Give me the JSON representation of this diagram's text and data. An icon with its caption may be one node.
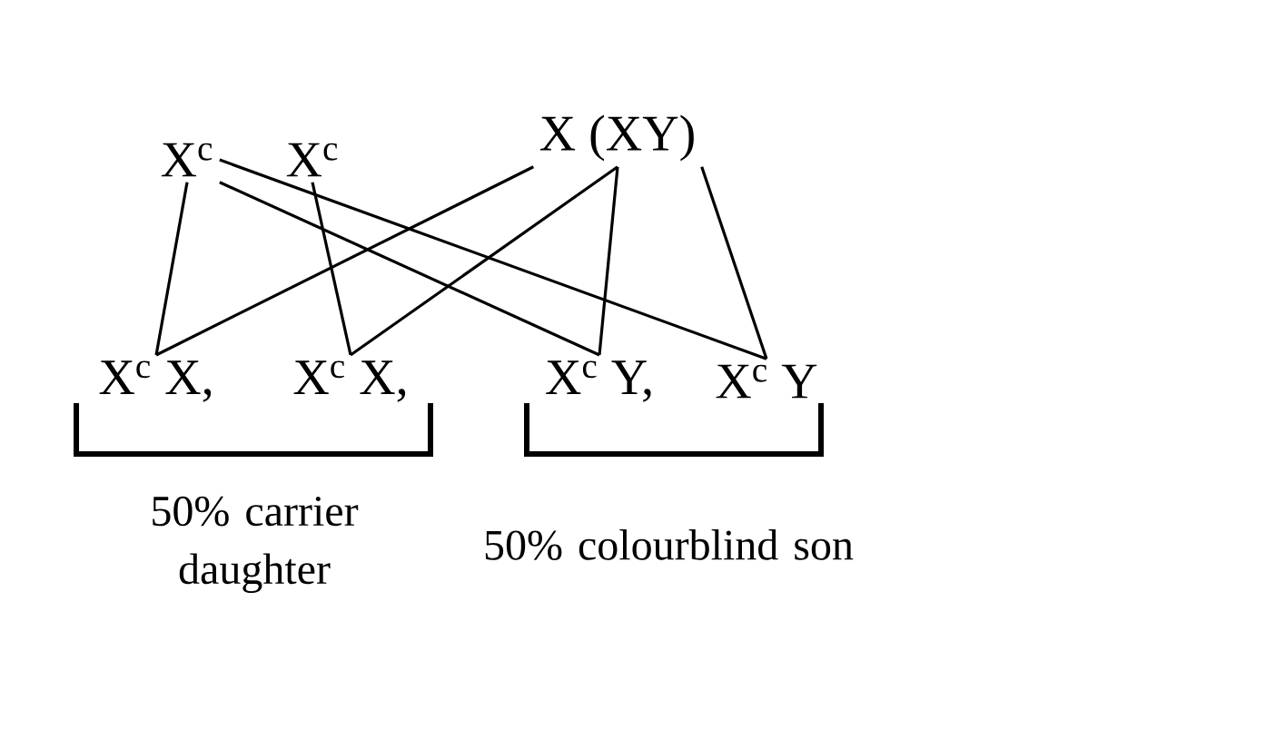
{
  "diagram": {
    "nodes": [
      {
        "text": [
          "X$^{c}$"
        ]
      },
      {
        "text": [
          "X$^{c}$"
        ]
      },
      {
        "text": [
          "X (XY)"
        ]
      },
      {
        "text": [
          "X$^{c}$ X,"
        ]
      },
      {
        "text": [
          "X$^{c}$ X,"
        ]
      },
      {
        "text": [
          "X$^{c}$ Y,"
        ]
      },
      {
        "text": [
          "X$^{c}$ Y"
        ]
      }
    ],
    "edges": [
      {
        "from": 0,
        "to": 3,
        "arrow": "none"
      },
      {
        "from": 2,
        "to": 3,
        "arrow": "none"
      },
      {
        "from": 1,
        "to": 4,
        "arrow": "none"
      },
      {
        "from": 2,
        "to": 4,
        "arrow": "none"
      },
      {
        "from": 0,
        "to": 5,
        "arrow": "none"
      },
      {
        "from": 2,
        "to": 5,
        "arrow": "none"
      },
      {
        "from": 0,
        "to": 6,
        "arrow": "none"
      },
      {
        "from": 2,
        "to": 6,
        "arrow": "none"
      }
    ],
    "labels": [
      "50% carrier daughter",
      "50% colourblind son"
    ]
  }
}
